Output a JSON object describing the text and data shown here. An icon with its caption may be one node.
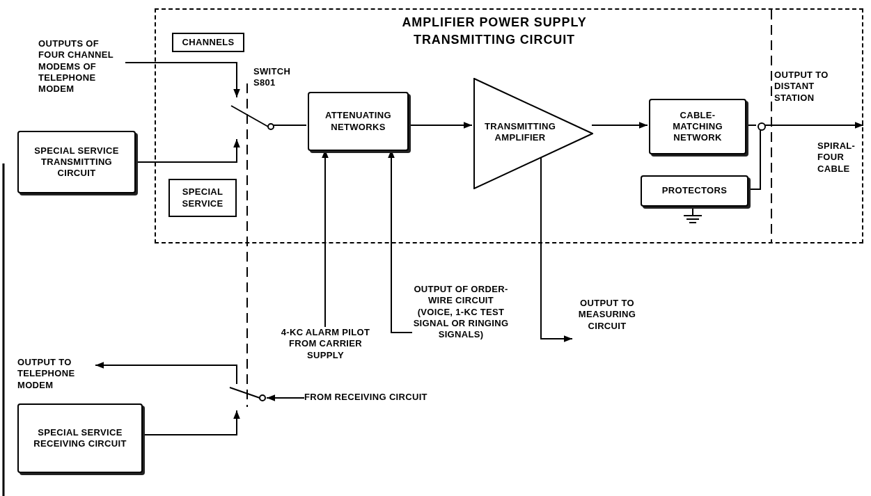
{
  "diagram": {
    "nodes": [
      {
        "text": [
          "AMPLIFIER POWER SUPPLY TRANSMITTING CIRCUIT"
        ]
      },
      {
        "text": [
          "CHANNELS"
        ],
        "in": 0
      },
      {
        "text": [
          "SPECIAL SERVICE"
        ],
        "in": 0
      },
      {
        "text": [
          "OUTPUTS OF FOUR CHANNEL MODEMS OF TELEPHONE MODEM"
        ]
      },
      {
        "text": [
          "SPECIAL SERVICE TRANSMITTING CIRCUIT"
        ]
      },
      {
        "text": [],
        "shape": "switch",
        "beside": [
          "SWITCH S801"
        ],
        "in": 0
      },
      {
        "text": [
          "ATTENUATING NETWORKS"
        ],
        "in": 0
      },
      {
        "text": [
          "TRANSMITTING AMPLIFIER"
        ],
        "in": 0
      },
      {
        "text": [
          "CABLE-MATCHING NETWORK"
        ],
        "in": 0
      },
      {
        "text": [
          "PROTECTORS"
        ],
        "in": 0
      },
      {
        "text": [],
        "shape": "dot",
        "in": 0
      },
      {
        "text": [
          "4-KC ALARM PILOT FROM CARRIER SUPPLY"
        ]
      },
      {
        "text": [
          "OUTPUT OF ORDER-WIRE CIRCUIT (VOICE, 1-KC TEST SIGNAL OR RINGING SIGNALS)"
        ]
      },
      {
        "text": [
          "OUTPUT TO MEASURING CIRCUIT"
        ]
      },
      {
        "text": [
          "OUTPUT TO TELEPHONE MODEM"
        ]
      },
      {
        "text": [
          "SPECIAL SERVICE RECEIVING CIRCUIT"
        ]
      },
      {
        "text": [],
        "shape": "switch"
      },
      {
        "text": [
          "FROM RECEIVING CIRCUIT"
        ]
      },
      {
        "text": [
          "SPIRAL-FOUR CABLE"
        ],
        "in": 0
      }
    ],
    "edges": [
      {
        "from": 3,
        "to": 5,
        "arrow": "to"
      },
      {
        "from": 4,
        "to": 5,
        "arrow": "to"
      },
      {
        "from": 5,
        "to": 6,
        "arrow": "none"
      },
      {
        "from": 6,
        "to": 7,
        "arrow": "to"
      },
      {
        "from": 7,
        "to": 8,
        "arrow": "to"
      },
      {
        "from": 8,
        "to": 10,
        "arrow": "none"
      },
      {
        "from": 9,
        "to": 10,
        "arrow": "none"
      },
      {
        "from": 10,
        "to": 18,
        "arrow": "to"
      },
      {
        "from": 11,
        "to": 6,
        "arrow": "to"
      },
      {
        "from": 12,
        "to": 6,
        "arrow": "to"
      },
      {
        "from": 7,
        "to": 13,
        "arrow": "to"
      },
      {
        "from": 16,
        "to": 14,
        "arrow": "to"
      },
      {
        "from": 15,
        "to": 16,
        "arrow": "to"
      },
      {
        "from": 17,
        "to": 16,
        "arrow": "to"
      }
    ],
    "labels": [
      "OUTPUT TO DISTANT STATION"
    ]
  }
}
